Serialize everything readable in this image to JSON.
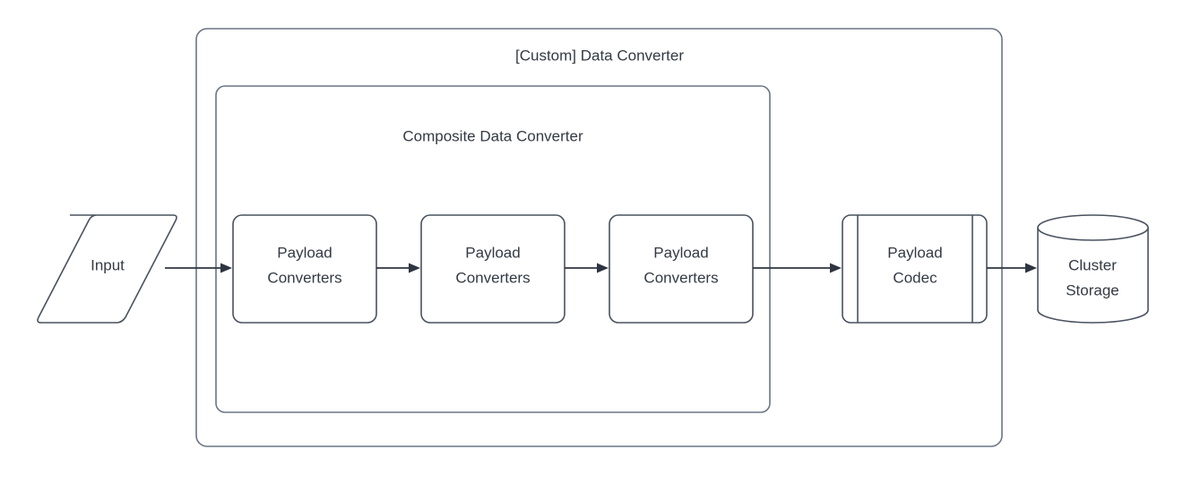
{
  "diagram": {
    "title": "[Custom] Data Converter",
    "background_color": "#ffffff",
    "stroke_color": "#49525f",
    "container_stroke_color": "#6b7585",
    "text_color": "#333a45",
    "containers": [
      {
        "id": "custom-data-converter",
        "label": "[Custom] Data Converter",
        "shape": "rounded-rectangle"
      },
      {
        "id": "composite-data-converter",
        "label": "Composite Data Converter",
        "shape": "rounded-rectangle"
      }
    ],
    "nodes": [
      {
        "id": "input",
        "label": "Input",
        "shape": "parallelogram"
      },
      {
        "id": "payload-converters-1",
        "label_line1": "Payload",
        "label_line2": "Converters",
        "shape": "rounded-rectangle"
      },
      {
        "id": "payload-converters-2",
        "label_line1": "Payload",
        "label_line2": "Converters",
        "shape": "rounded-rectangle"
      },
      {
        "id": "payload-converters-3",
        "label_line1": "Payload",
        "label_line2": "Converters",
        "shape": "rounded-rectangle"
      },
      {
        "id": "payload-codec",
        "label_line1": "Payload",
        "label_line2": "Codec",
        "shape": "process"
      },
      {
        "id": "cluster-storage",
        "label_line1": "Cluster",
        "label_line2": "Storage",
        "shape": "cylinder"
      }
    ],
    "edges": [
      {
        "id": "edge-input-to-pc1",
        "from": "input",
        "to": "payload-converters-1",
        "arrow": "single"
      },
      {
        "id": "edge-pc1-to-pc2",
        "from": "payload-converters-1",
        "to": "payload-converters-2",
        "arrow": "single"
      },
      {
        "id": "edge-pc2-to-pc3",
        "from": "payload-converters-2",
        "to": "payload-converters-3",
        "arrow": "single"
      },
      {
        "id": "edge-pc3-to-codec",
        "from": "payload-converters-3",
        "to": "payload-codec",
        "arrow": "single"
      },
      {
        "id": "edge-codec-to-storage",
        "from": "payload-codec",
        "to": "cluster-storage",
        "arrow": "single"
      }
    ]
  }
}
